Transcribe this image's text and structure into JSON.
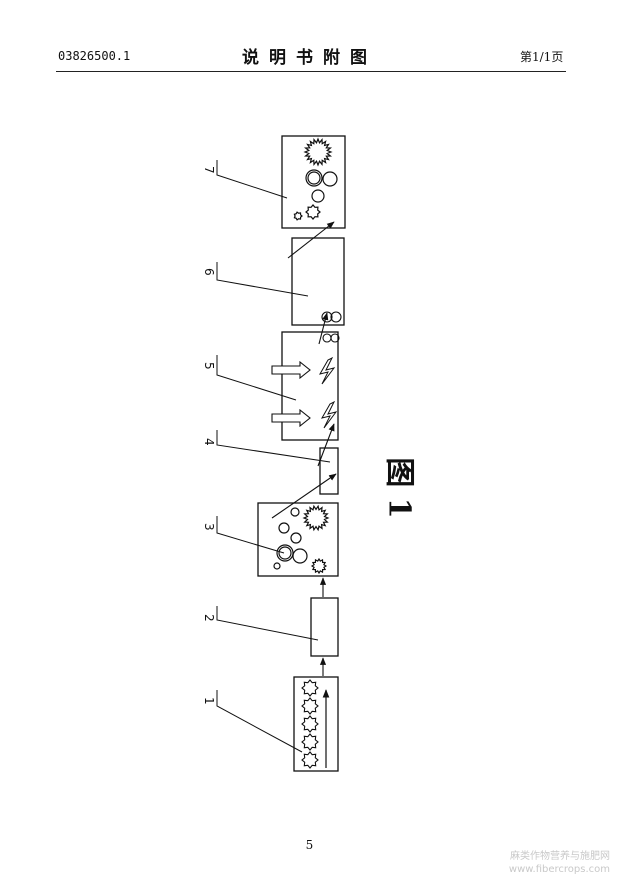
{
  "header": {
    "doc_number": "03826500.1",
    "title": "说明书附图",
    "page_info": "第1/1页"
  },
  "figure": {
    "caption": "图 1",
    "labels": [
      "1",
      "2",
      "3",
      "4",
      "5",
      "6",
      "7"
    ]
  },
  "footer": {
    "page_number": "5"
  },
  "watermark": {
    "line1": "麻类作物营养与施肥网",
    "line2": "www.fibercrops.com"
  }
}
